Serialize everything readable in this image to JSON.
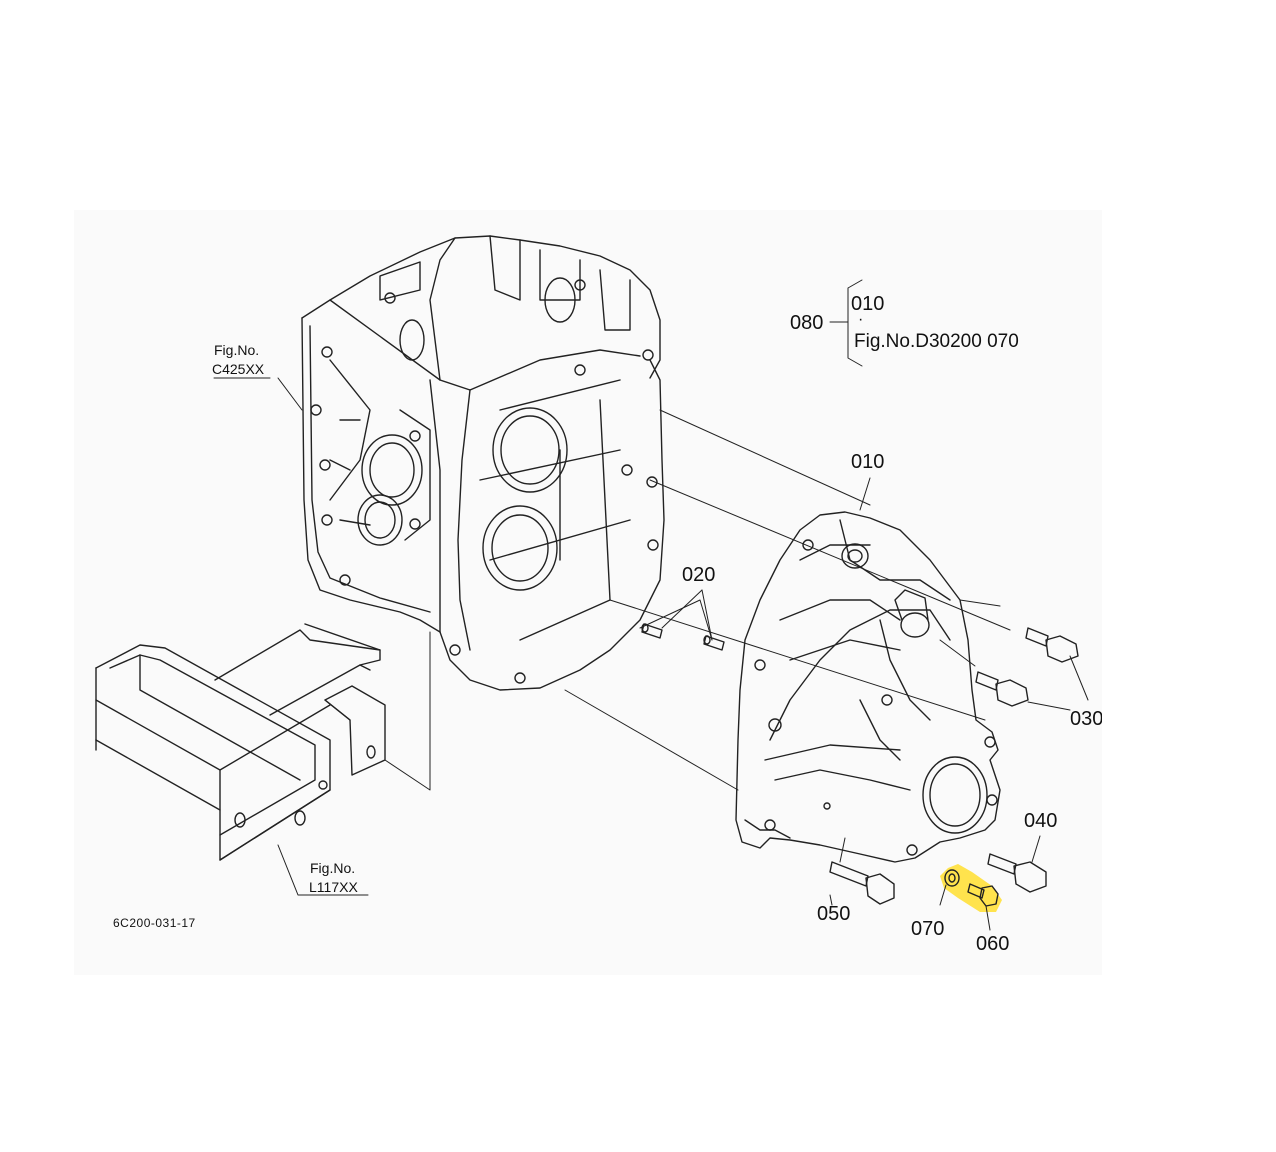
{
  "diagram": {
    "code": "6C200-031-17",
    "parts": {
      "p010_main": "010",
      "p020": "020",
      "p030": "030",
      "p040": "040",
      "p050": "050",
      "p060": "060",
      "p070": "070"
    },
    "kit": {
      "number": "080",
      "item1": "010",
      "dot": "·",
      "ref": "Fig.No.D30200  070"
    },
    "refs": {
      "c425_line1": "Fig.No.",
      "c425_line2": "C425XX",
      "l117_line1": "Fig.No.",
      "l117_line2": "L117XX"
    },
    "highlight_color": "#ffe34d"
  }
}
